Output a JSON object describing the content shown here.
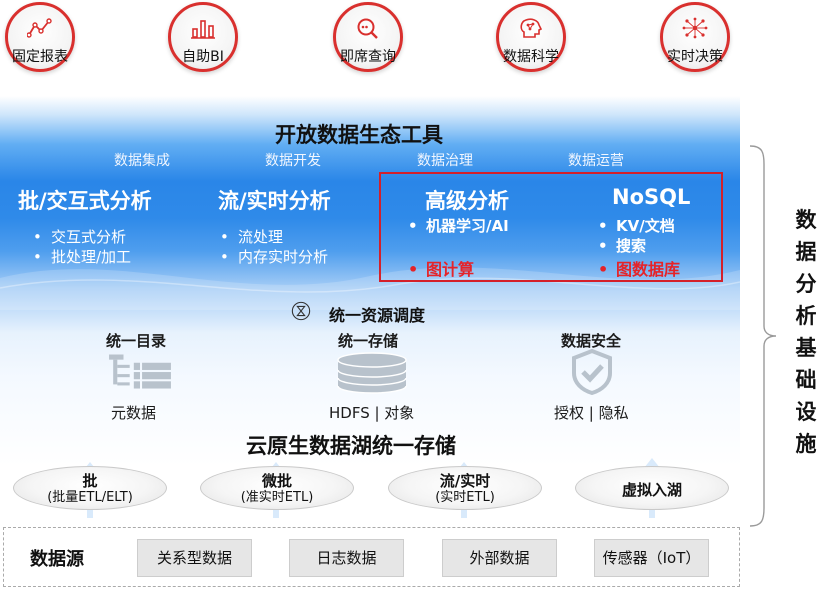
{
  "apps": [
    {
      "label": "固定报表",
      "icon": "line-chart-icon"
    },
    {
      "label": "自助BI",
      "icon": "bar-chart-icon"
    },
    {
      "label": "即席查询",
      "icon": "search-icon"
    },
    {
      "label": "数据科学",
      "icon": "brain-icon"
    },
    {
      "label": "实时决策",
      "icon": "network-icon"
    }
  ],
  "tools": {
    "title": "开放数据生态工具",
    "subtitles": [
      "数据集成",
      "数据开发",
      "数据治理",
      "数据运营"
    ],
    "columns": [
      {
        "title": "批/交互式分析",
        "items": [
          "交互式分析",
          "批处理/加工"
        ]
      },
      {
        "title": "流/实时分析",
        "items": [
          "流处理",
          "内存实时分析"
        ]
      },
      {
        "title": "高级分析",
        "items": [
          "机器学习/AI"
        ],
        "highlight": "图计算"
      },
      {
        "title": "NoSQL",
        "items": [
          "KV/文档",
          "搜索"
        ],
        "highlight": "图数据库"
      }
    ]
  },
  "resource": {
    "title": "统一资源调度",
    "items": [
      {
        "title": "统一目录",
        "caption": "元数据",
        "icon": "catalog-icon"
      },
      {
        "title": "统一存储",
        "caption": "HDFS | 对象",
        "icon": "database-icon"
      },
      {
        "title": "数据安全",
        "caption": "授权 | 隐私",
        "icon": "shield-check-icon"
      }
    ]
  },
  "lake": {
    "title": "云原生数据湖统一存储"
  },
  "ingest": [
    {
      "title": "批",
      "sub": "(批量ETL/ELT)"
    },
    {
      "title": "微批",
      "sub": "(准实时ETL)"
    },
    {
      "title": "流/实时",
      "sub": "(实时ETL)"
    },
    {
      "title": "虚拟入湖",
      "sub": ""
    }
  ],
  "sources": {
    "title": "数据源",
    "items": [
      "关系型数据",
      "日志数据",
      "外部数据",
      "传感器（IoT）"
    ]
  },
  "side": {
    "chars": [
      "数",
      "据",
      "分",
      "析",
      "基",
      "础",
      "设",
      "施"
    ]
  },
  "colors": {
    "accent_red": "#d9302e",
    "highlight_red": "#e52329",
    "band_blue": "#2a86e8"
  }
}
